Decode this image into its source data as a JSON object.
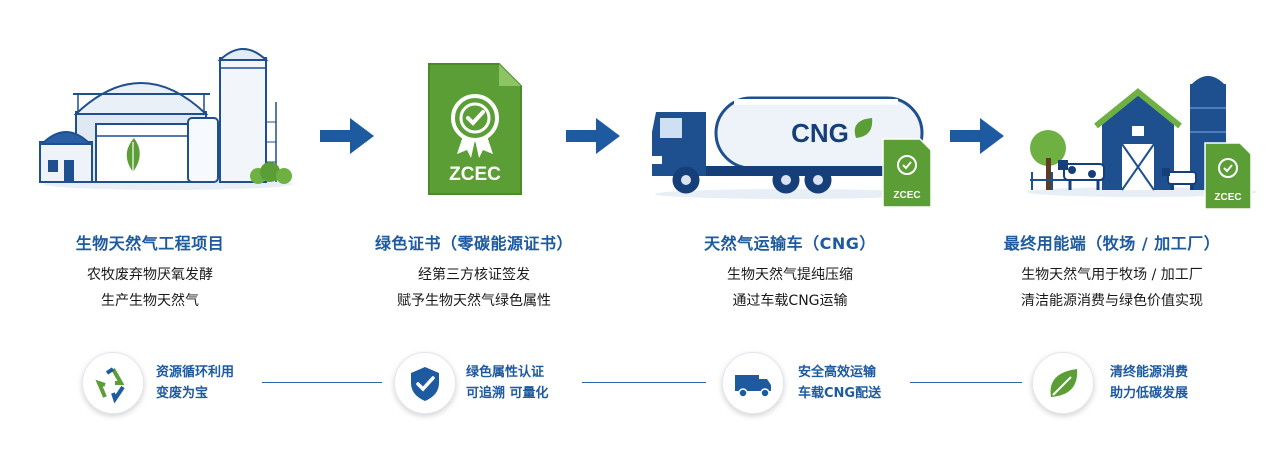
{
  "colors": {
    "blue": "#1e5aa0",
    "navy": "#163f7a",
    "green": "#5a9e35",
    "lightgreen": "#7bbd48"
  },
  "steps": [
    {
      "title": "生物天然气工程项目",
      "line1": "农牧废弃物厌氧发酵",
      "line2": "生产生物天然气",
      "icon": "biogas-plant-icon"
    },
    {
      "title": "绿色证书（零碳能源证书）",
      "line1": "经第三方核证签发",
      "line2": "赋予生物天然气绿色属性",
      "icon": "certificate-icon",
      "cert_label": "ZCEC"
    },
    {
      "title": "天然气运输车（CNG）",
      "line1": "生物天然气提纯压缩",
      "line2": "通过车载CNG运输",
      "icon": "tanker-truck-icon",
      "tank_label": "CNG",
      "cert_label": "ZCEC"
    },
    {
      "title": "最终用能端（牧场 / 加工厂）",
      "line1": "生物天然气用于牧场 / 加工厂",
      "line2": "清洁能源消费与绿色价值实现",
      "icon": "farm-icon",
      "cert_label": "ZCEC"
    }
  ],
  "features": [
    {
      "line1": "资源循环利用",
      "line2": "变废为宝",
      "icon": "recycle-icon"
    },
    {
      "line1": "绿色属性认证",
      "line2": "可追溯 可量化",
      "icon": "shield-check-icon"
    },
    {
      "line1": "安全高效运输",
      "line2": "车载CNG配送",
      "icon": "truck-icon"
    },
    {
      "line1": "清终能源消费",
      "line2": "助力低碳发展",
      "icon": "leaf-icon"
    }
  ]
}
